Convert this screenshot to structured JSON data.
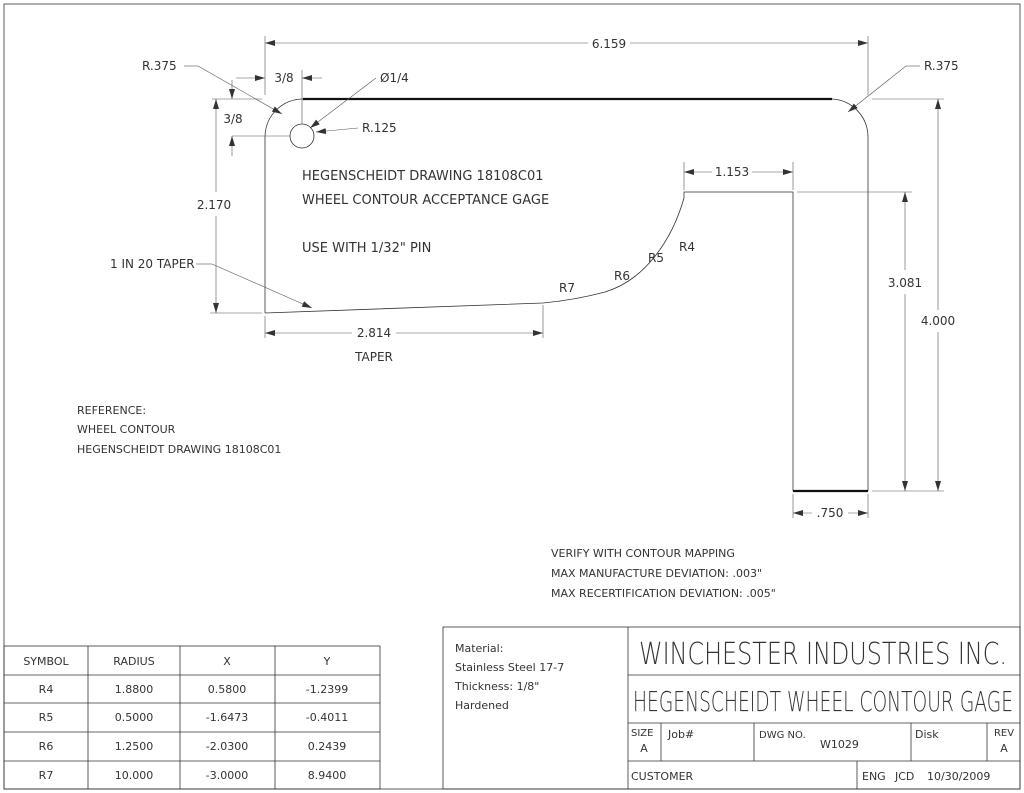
{
  "dims": {
    "overall_width": "6.159",
    "radius_left": "R.375",
    "radius_right": "R.375",
    "pin_offset_x": "3/8",
    "pin_offset_y": "3/8",
    "pin_diameter": "Ø1/4",
    "pin_radius": "R.125",
    "left_height": "2.170",
    "taper_note": "1 IN 20 TAPER",
    "taper_length": "2.814",
    "taper_label": "TAPER",
    "flange_width": "1.153",
    "inner_height": "3.081",
    "overall_height": "4.000",
    "bottom_width": ".750",
    "r4": "R4",
    "r5": "R5",
    "r6": "R6",
    "r7": "R7"
  },
  "notes": {
    "title_line1": "HEGENSCHEIDT DRAWING 18108C01",
    "title_line2": "WHEEL CONTOUR ACCEPTANCE GAGE",
    "pin_note": "USE WITH 1/32\" PIN",
    "ref_line1": "REFERENCE:",
    "ref_line2": "WHEEL CONTOUR",
    "ref_line3": "HEGENSCHEIDT DRAWING 18108C01",
    "verify_line1": "VERIFY WITH CONTOUR MAPPING",
    "verify_line2": "MAX MANUFACTURE DEVIATION: .003\"",
    "verify_line3": "MAX RECERTIFICATION DEVIATION: .005\""
  },
  "radius_table": {
    "headers": [
      "SYMBOL",
      "RADIUS",
      "X",
      "Y"
    ],
    "rows": [
      [
        "R4",
        "1.8800",
        "0.5800",
        "-1.2399"
      ],
      [
        "R5",
        "0.5000",
        "-1.6473",
        "-0.4011"
      ],
      [
        "R6",
        "1.2500",
        "-2.0300",
        "0.2439"
      ],
      [
        "R7",
        "10.000",
        "-3.0000",
        "8.9400"
      ]
    ]
  },
  "title_block": {
    "material_label": "Material:",
    "material_value": "Stainless Steel 17-7",
    "thickness": "Thickness: 1/8\"",
    "treatment": "Hardened",
    "company": "WINCHESTER INDUSTRIES INC.",
    "drawing_title": "HEGENSCHEIDT WHEEL CONTOUR GAGE",
    "size_label": "SIZE",
    "size_value": "A",
    "job_label": "Job#",
    "dwg_label": "DWG NO.",
    "dwg_value": "W1029",
    "disk_label": "Disk",
    "rev_label": "REV",
    "rev_value": "A",
    "customer_label": "CUSTOMER",
    "eng_label": "ENG",
    "eng_value": "JCD",
    "date": "10/30/2009"
  }
}
